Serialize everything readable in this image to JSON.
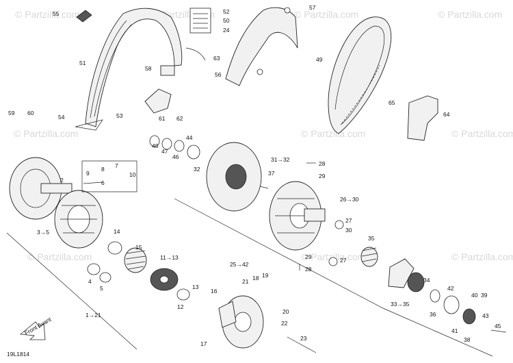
{
  "diagram_code": "19L1814",
  "watermark": "© Partzilla.com",
  "front_label": "Front Avant",
  "callouts": [
    "55",
    "52",
    "50",
    "24",
    "57",
    "51",
    "63",
    "49",
    "56",
    "58",
    "53",
    "65",
    "64",
    "59",
    "60",
    "54",
    "61",
    "62",
    "48",
    "47",
    "46",
    "44",
    "32",
    "31→32",
    "28",
    "37",
    "29",
    "26→30",
    "8",
    "7",
    "9",
    "10",
    "6",
    "2",
    "27",
    "30",
    "3→5",
    "14",
    "35",
    "15",
    "11→13",
    "25→42",
    "29",
    "27",
    "28",
    "4",
    "5",
    "21",
    "18",
    "19",
    "16",
    "20",
    "13",
    "12",
    "34",
    "33→35",
    "42",
    "40",
    "39",
    "38",
    "41",
    "36",
    "43",
    "45",
    "1→21",
    "22",
    "23",
    "17"
  ]
}
